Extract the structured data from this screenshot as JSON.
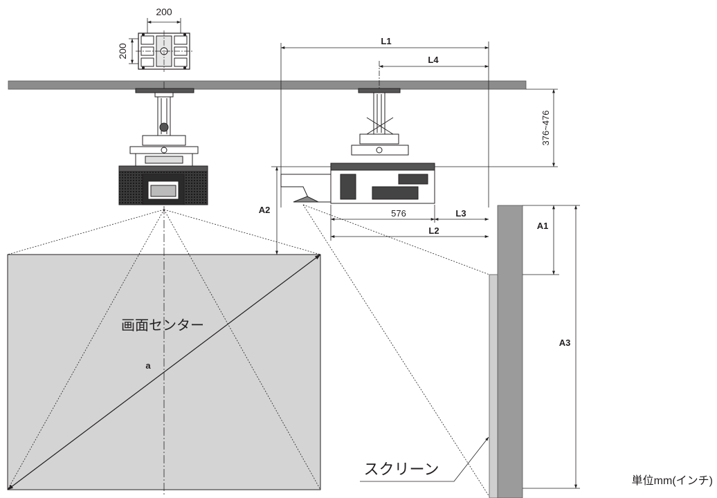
{
  "labels": {
    "mount_width": "200",
    "mount_height": "200",
    "L1": "L1",
    "L4": "L4",
    "L2": "L2",
    "L3": "L3",
    "d576": "576",
    "height_range": "376~476",
    "A1": "A1",
    "A2": "A2",
    "A3": "A3",
    "screen_center": "画面センター",
    "diag": "a",
    "screen": "スクリーン",
    "units": "単位mm(インチ)"
  },
  "colors": {
    "line": "#231f20",
    "ceiling": "#8c8c8c",
    "screen_fill": "#d4d4d4",
    "wall": "#9b9b9b",
    "screen_strip": "#cfcfcf",
    "projector_dark": "#2b2b2b"
  }
}
